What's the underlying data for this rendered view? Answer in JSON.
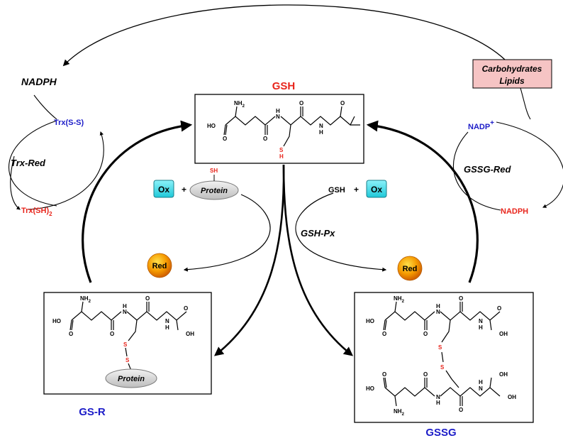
{
  "titles": {
    "gsh": "GSH",
    "gsr": "GS-R",
    "gssg": "GSSG"
  },
  "left_cycle": {
    "nadph": "NADPH",
    "trx_ss": "Trx(S-S)",
    "trx_red": "Trx-Red",
    "trx_sh2": "Trx(SH)",
    "trx_sh2_sub": "2"
  },
  "right_cycle": {
    "carbohydrates": "Carbohydrates",
    "lipids": "Lipids",
    "nadp": "NADP",
    "nadp_sup": "+",
    "gssg_red": "GSSG-Red",
    "nadph": "NADPH"
  },
  "center": {
    "ox_left": "Ox",
    "plus_left": "+",
    "protein": "Protein",
    "protein_sh": "SH",
    "gsh_reagent": "GSH",
    "plus_right": "+",
    "ox_right": "Ox",
    "gsh_px": "GSH-Px",
    "red_left": "Red",
    "red_right": "Red"
  },
  "gsr_box": {
    "protein": "Protein"
  },
  "atoms": {
    "nh2": "NH",
    "nh2_sub": "2",
    "ho": "HO",
    "oh": "OH",
    "o": "O",
    "n": "N",
    "h": "H",
    "s": "S",
    "sh": "SH"
  },
  "colors": {
    "red_text": "#e8251c",
    "blue_text": "#1c1cc8",
    "pink_box": "#f6c4c4",
    "cyan_box": "#3fd9e6",
    "orange_ball": "#f28a00",
    "gray_ellipse": "#d9d9d9"
  }
}
